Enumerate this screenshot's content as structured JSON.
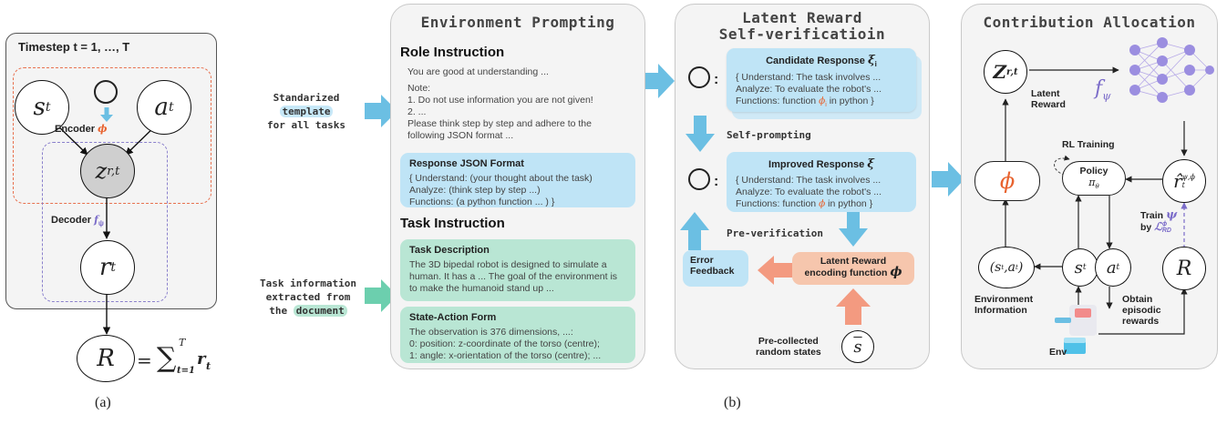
{
  "panel_a": {
    "timestep": "Timestep t = 1, …, T",
    "node_s": "s",
    "node_s_sub": "t",
    "node_a": "a",
    "node_a_sub": "t",
    "node_z": "z",
    "node_z_sub": "r,t",
    "node_r": "r",
    "node_r_sub": "t",
    "node_R": "R",
    "encoder": "Encoder",
    "encoder_sym": "ϕ",
    "decoder": "Decoder",
    "decoder_sym": "f",
    "decoder_sub": "ψ",
    "sum_eq": "=",
    "sum_sym": "∑",
    "sum_top": "T",
    "sum_bot": "t=1",
    "sum_term": "r",
    "sum_term_sub": "t",
    "caption": "(a)"
  },
  "left_labels": {
    "standardized_line1": "Standarized",
    "standardized_hl": "template",
    "standardized_line3": "for all tasks",
    "task_info_line1": "Task information",
    "task_info_line2": "extracted from",
    "task_info_line3a": "the",
    "task_info_hl": "document"
  },
  "env_prompting": {
    "title": "Environment Prompting",
    "role_heading": "Role Instruction",
    "role_text": "You are good at understanding ...",
    "role_note": "Note:\n1. Do not use information you are not given!\n2. ...\nPlease think step by step and adhere to the\nfollowing JSON format ...",
    "json_title": "Response JSON Format",
    "json_text": "{ Understand:  (your thought about the task)\n   Analyze: (think step by step ...)\n   Functions: (a python function ... ) }",
    "task_heading": "Task Instruction",
    "desc_title": "Task Description",
    "desc_text": "The 3D bipedal robot is designed to simulate a\nhuman. It has a ... The goal of the environment is\nto make the humanoid stand up  ...",
    "sa_title": "State-Action Form",
    "sa_text": "The observation is 376 dimensions, ...:\n   0: position: z-coordinate of the torso (centre);\n   1: angle: x-orientation of the torso (centre); ..."
  },
  "self_verification": {
    "title_line1": "Latent Reward",
    "title_line2": "Self-verificatioin",
    "candidate_title": "Candidate Response",
    "candidate_sym": "ξ",
    "candidate_sub": "i",
    "candidate_text1": "{ Understand:  The task involves ...",
    "candidate_text2": "  Analyze: To evaluate the robot's ...",
    "candidate_text3a": "  Functions: function",
    "candidate_text3_sym": "ϕ",
    "candidate_text3_sub": "i",
    "candidate_text3b": "in python }",
    "self_prompting": "Self-prompting",
    "improved_title": "Improved Response",
    "improved_sym": "ξ",
    "improved_text1": "{ Understand:  The task involves ...",
    "improved_text2": "  Analyze: To evaluate the robot's ...",
    "improved_text3a": "  Functions: function",
    "improved_text3_sym": "ϕ",
    "improved_text3b": "in python }",
    "pre_verification": "Pre-verification",
    "error_feedback": "Error\nFeedback",
    "latent_encoding": "Latent Reward\nencoding function",
    "latent_encoding_sym": "ϕ",
    "pre_collected": "Pre-collected\nrandom states",
    "s_bar": "s",
    "colon": ":"
  },
  "contribution": {
    "title": "Contribution Allocation",
    "z_node": "Z",
    "z_sub": "r,t",
    "latent_reward": "Latent\nReward",
    "f_psi": "f",
    "f_psi_sub": "ψ",
    "rl_training": "RL Training",
    "policy": "Policy",
    "policy_sym": "π",
    "policy_sub": "θ",
    "phi": "ϕ",
    "r_hat": "r̂",
    "r_hat_sub": "t",
    "r_hat_sup": "ψ,ϕ",
    "train_line1": "Train",
    "train_sym": "ψ",
    "train_line2": "by",
    "train_loss": "ℒ",
    "train_loss_sub": "RD",
    "train_loss_sup": "ϕ",
    "sa_node": "(s",
    "sa_node_sub1": "t",
    "sa_node_mid": ",a",
    "sa_node_sub2": "t",
    "sa_node_end": ")",
    "s_node": "s",
    "s_sub": "t",
    "a_node": "a",
    "a_sub": "t",
    "R_node": "R",
    "env_info": "Environment\nInformation",
    "obtain": "Obtain\nepisodic\nrewards",
    "env": "Env"
  },
  "caption_b": "(b)",
  "colors": {
    "blue_box": "#bfe4f6",
    "green_box": "#b9e6d4",
    "orange_box": "#f6c6ad",
    "arrow_blue": "#6bbfe3",
    "arrow_orange": "#f39a80",
    "arrow_green": "#6ccfae",
    "purple": "#7b6cc9",
    "orange_sym": "#e8632f"
  }
}
